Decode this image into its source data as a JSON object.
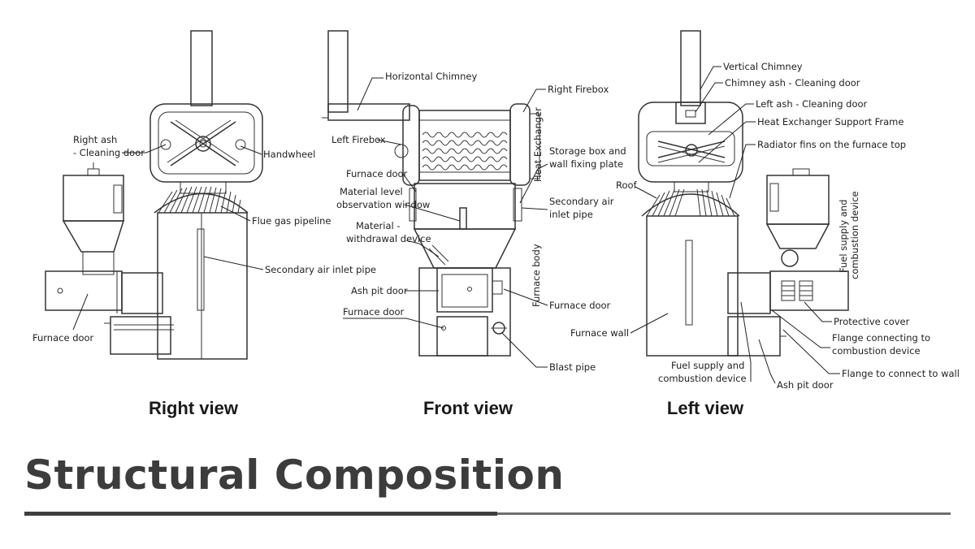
{
  "section_title": "Structural Composition",
  "views": {
    "right": {
      "caption": "Right view",
      "labels": {
        "right_ash_1": "Right ash",
        "right_ash_2": "- Cleaning door",
        "handwheel": "Handwheel",
        "flue_gas": "Flue gas pipeline",
        "secondary_air": "Secondary air inlet pipe",
        "furnace_door": "Furnace door"
      }
    },
    "front": {
      "caption": "Front view",
      "labels": {
        "horizontal_chimney": "Horizontal Chimney",
        "right_firebox": "Right Firebox",
        "left_firebox": "Left Firebox",
        "heat_exchanger": "Heat Exchanger",
        "storage_box_1": "Storage box and",
        "storage_box_2": "wall fixing plate",
        "furnace_door_upper": "Furnace door",
        "material_level_1": "Material level",
        "material_level_2": "observation window",
        "secondary_air_1": "Secondary air",
        "secondary_air_2": "inlet pipe",
        "material_withdrawal_1": "Material -",
        "material_withdrawal_2": "withdrawal device",
        "furnace_body": "Furnace body",
        "ash_pit_door": "Ash pit door",
        "furnace_door_lower": "Furnace door",
        "furnace_door_side": "Furnace door",
        "blast_pipe": "Blast pipe"
      }
    },
    "left": {
      "caption": "Left view",
      "labels": {
        "vertical_chimney": "Vertical Chimney",
        "chimney_ash": "Chimney ash - Cleaning door",
        "left_ash": "Left ash - Cleaning door",
        "hx_support": "Heat Exchanger Support Frame",
        "radiator_fins": "Radiator fins on the furnace top",
        "roof": "Roof",
        "fuel_supply_v_1": "Fuel supply and",
        "fuel_supply_v_2": "combustion device",
        "protective_cover": "Protective cover",
        "flange_comb_1": "Flange connecting to",
        "flange_comb_2": "combustion device",
        "furnace_wall": "Furnace wall",
        "flange_wall": "Flange to connect to wall",
        "fuel_supply_1": "Fuel supply and",
        "fuel_supply_2": "combustion device",
        "ash_pit_door": "Ash pit door"
      }
    }
  }
}
